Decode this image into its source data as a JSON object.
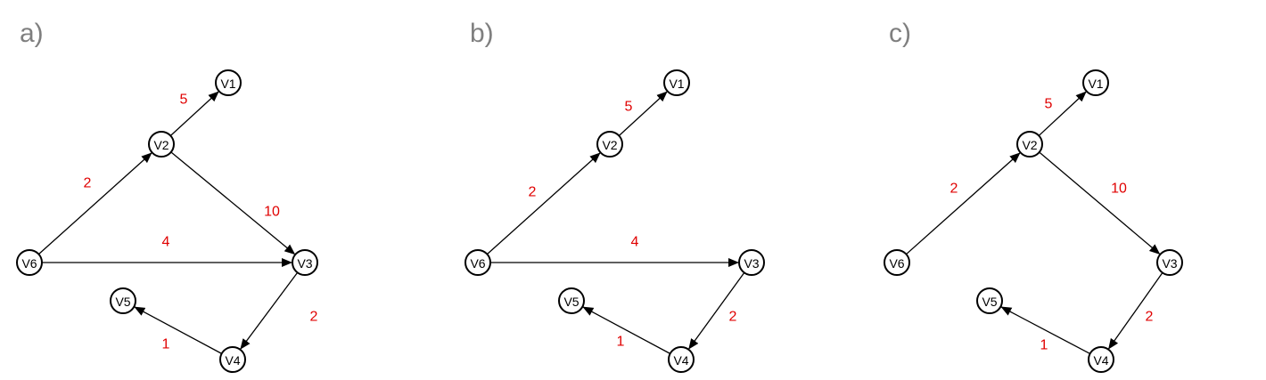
{
  "colors": {
    "weight": "#e00000",
    "label": "#7f7f7f",
    "stroke": "#000000"
  },
  "panels": [
    {
      "label": "a)",
      "nodes": [
        "V1",
        "V2",
        "V3",
        "V4",
        "V5",
        "V6"
      ],
      "edges": [
        {
          "from": "V2",
          "to": "V1",
          "weight": "5"
        },
        {
          "from": "V6",
          "to": "V2",
          "weight": "2"
        },
        {
          "from": "V2",
          "to": "V3",
          "weight": "10"
        },
        {
          "from": "V6",
          "to": "V3",
          "weight": "4"
        },
        {
          "from": "V3",
          "to": "V4",
          "weight": "2"
        },
        {
          "from": "V4",
          "to": "V5",
          "weight": "1"
        }
      ]
    },
    {
      "label": "b)",
      "nodes": [
        "V1",
        "V2",
        "V3",
        "V4",
        "V5",
        "V6"
      ],
      "edges": [
        {
          "from": "V2",
          "to": "V1",
          "weight": "5"
        },
        {
          "from": "V6",
          "to": "V2",
          "weight": "2"
        },
        {
          "from": "V6",
          "to": "V3",
          "weight": "4"
        },
        {
          "from": "V3",
          "to": "V4",
          "weight": "2"
        },
        {
          "from": "V4",
          "to": "V5",
          "weight": "1"
        }
      ]
    },
    {
      "label": "c)",
      "nodes": [
        "V1",
        "V2",
        "V3",
        "V4",
        "V5",
        "V6"
      ],
      "edges": [
        {
          "from": "V2",
          "to": "V1",
          "weight": "5"
        },
        {
          "from": "V6",
          "to": "V2",
          "weight": "2"
        },
        {
          "from": "V2",
          "to": "V3",
          "weight": "10"
        },
        {
          "from": "V3",
          "to": "V4",
          "weight": "2"
        },
        {
          "from": "V4",
          "to": "V5",
          "weight": "1"
        }
      ]
    }
  ]
}
